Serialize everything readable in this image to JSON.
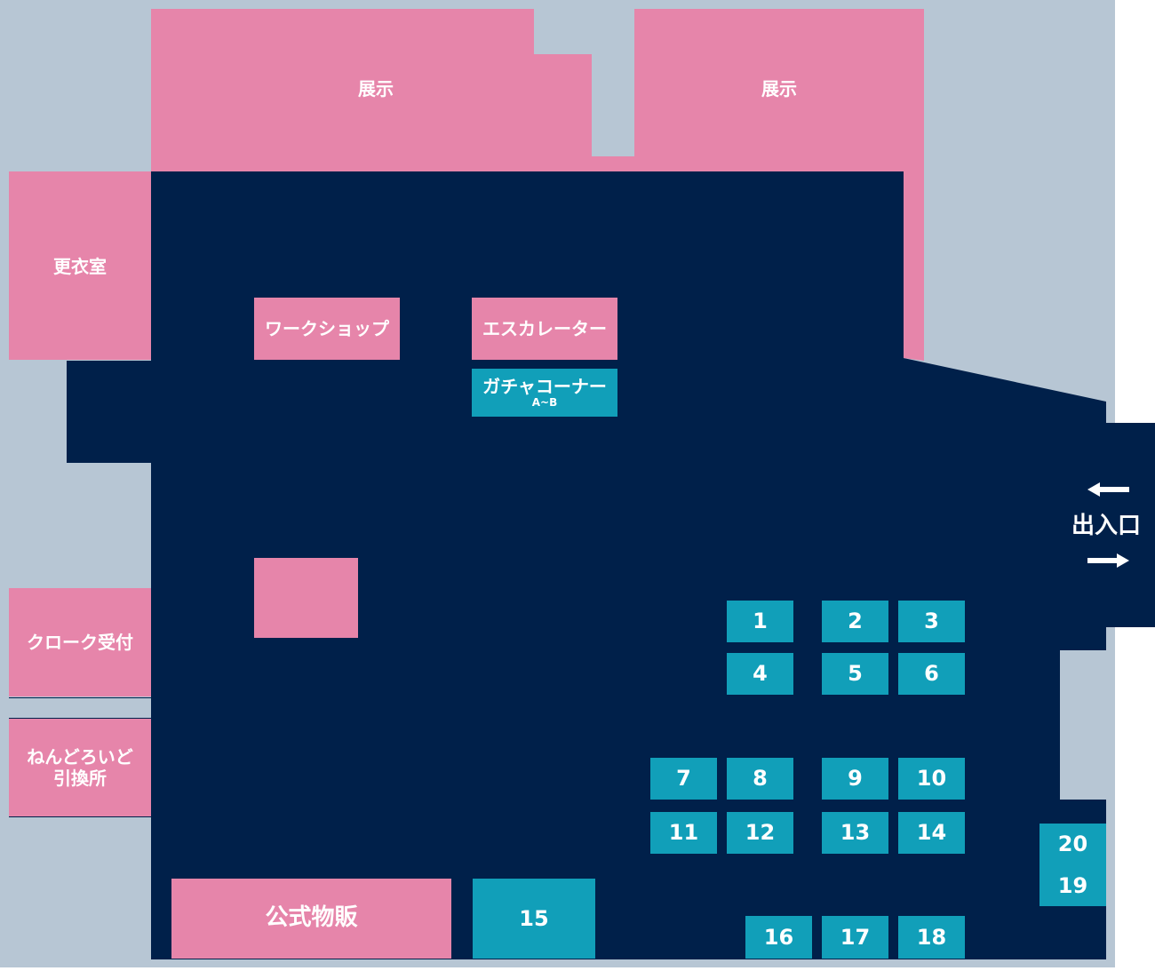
{
  "colors": {
    "background": "#b7c6d4",
    "floor": "#00204a",
    "pink": "#e685aa",
    "teal": "#119fb9",
    "text": "#ffffff"
  },
  "labels": {
    "exhibit_left": "展示",
    "exhibit_right": "展示",
    "changing_room": "更衣室",
    "workshop": "ワークショップ",
    "escalator": "エスカレーター",
    "gacha_title": "ガチャコーナー",
    "gacha_sub": "A~B",
    "cloak": "クローク受付",
    "nendoroid_line1": "ねんどろいど",
    "nendoroid_line2": "引換所",
    "official_goods": "公式物販",
    "entrance": "出入口"
  },
  "booths": [
    "1",
    "2",
    "3",
    "4",
    "5",
    "6",
    "7",
    "8",
    "9",
    "10",
    "11",
    "12",
    "13",
    "14",
    "15",
    "16",
    "17",
    "18",
    "19",
    "20"
  ],
  "icons": {
    "left_arrow": "arrow-left-icon",
    "right_arrow": "arrow-right-icon"
  }
}
